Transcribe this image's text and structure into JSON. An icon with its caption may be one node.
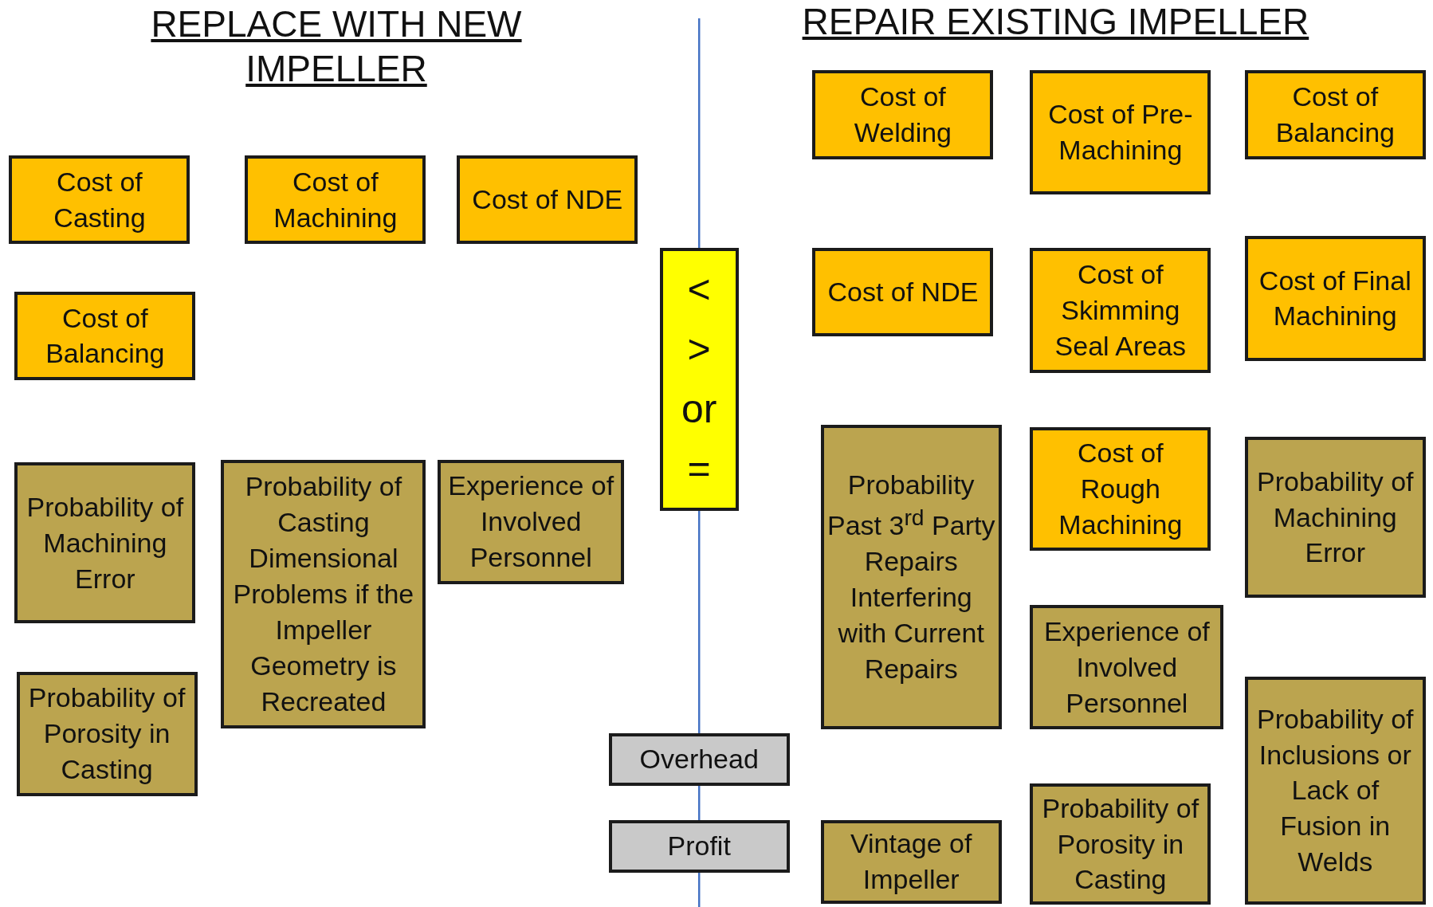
{
  "diagram": {
    "nodes": [
      {
        "text": [
          "Cost of Casting"
        ]
      },
      {
        "text": [
          "Cost of Machining"
        ]
      },
      {
        "text": [
          "Cost of NDE"
        ]
      },
      {
        "text": [
          "Cost of Balancing"
        ]
      },
      {
        "text": [
          "Probability of Machining Error"
        ]
      },
      {
        "text": [
          "Probability of Casting Dimensional Problems if the Impeller Geometry is Recreated"
        ]
      },
      {
        "text": [
          "Experience of Involved Personnel"
        ]
      },
      {
        "text": [
          "Probability of Porosity in Casting"
        ]
      },
      {
        "text": [
          "< > or ="
        ]
      },
      {
        "text": [
          "Overhead"
        ]
      },
      {
        "text": [
          "Profit"
        ]
      },
      {
        "text": [
          "Cost of Welding"
        ]
      },
      {
        "text": [
          "Cost of Pre-Machining"
        ]
      },
      {
        "text": [
          "Cost of Balancing"
        ]
      },
      {
        "text": [
          "Cost of NDE"
        ]
      },
      {
        "text": [
          "Cost of Skimming Seal Areas"
        ]
      },
      {
        "text": [
          "Cost of Final Machining"
        ]
      },
      {
        "text": [
          "Probability Past 3$^{rd}$ Party Repairs Interfering with Current Repairs"
        ]
      },
      {
        "text": [
          "Cost of Rough Machining"
        ]
      },
      {
        "text": [
          "Probability of Machining Error"
        ]
      },
      {
        "text": [
          "Experience of Involved Personnel"
        ]
      },
      {
        "text": [
          "Probability of Inclusions or Lack of Fusion in Welds"
        ]
      },
      {
        "text": [
          "Vintage of Impeller"
        ]
      },
      {
        "text": [
          "Probability of Porosity in Casting"
        ]
      }
    ],
    "labels": [
      "REPLACE WITH NEW IMPELLER",
      "REPAIR EXISTING IMPELLER"
    ]
  }
}
